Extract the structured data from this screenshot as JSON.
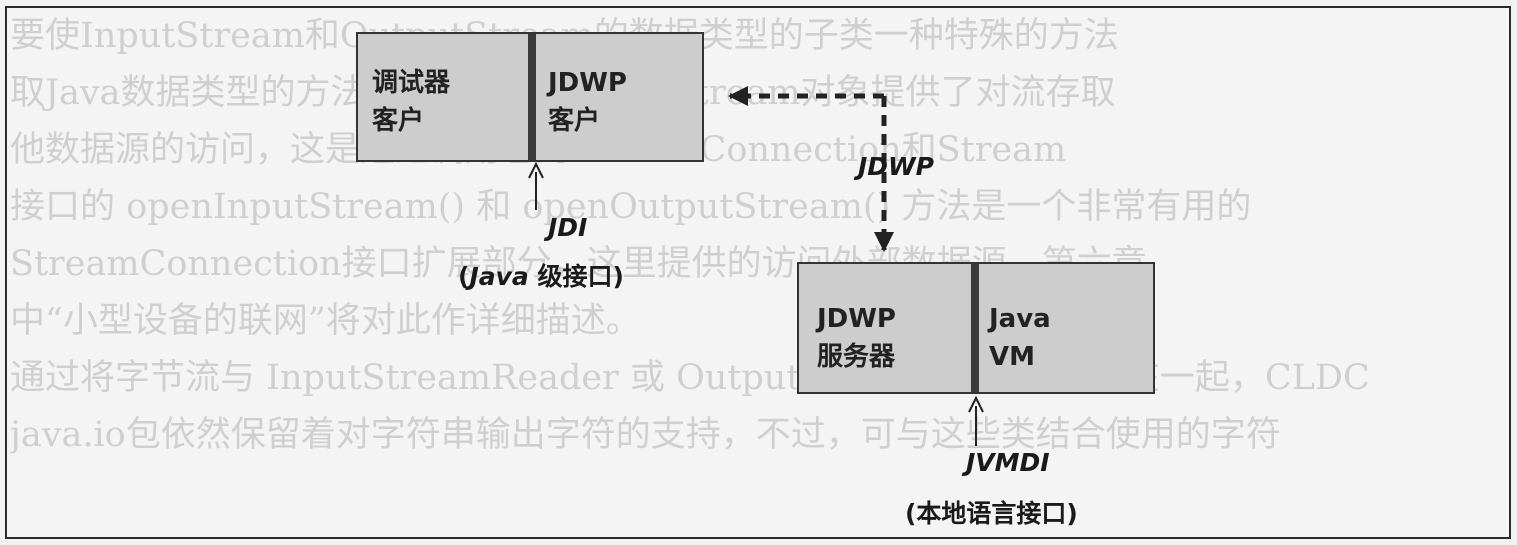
{
  "diagram": {
    "debugger_client": "调试器\n客户",
    "jdwp_client": "JDWP\n客户",
    "jdwp_server": "JDWP\n服务器",
    "java_vm": "Java\nVM",
    "jdwp_label": "JDWP",
    "jdi": {
      "name": "JDI",
      "paren_open": "(",
      "java_word": "Java",
      "rest": " 级接口)"
    },
    "jvmdi": {
      "name": "JVMDI",
      "desc": "(本地语言接口)"
    }
  },
  "background_text": [
    "要使InputStream和OutputStream的数据类型的子类一种特殊的方法",
    "取Java数据类型的方法，专用于它的InputStream对象提供了对流存取",
    "他数据源的访问，这是通过调用它的StreamConnection和Stream",
    "接口的 openInputStream() 和 openOutputStream() 方法是一个非常有用的",
    "StreamConnection接口扩展部分，这里提供的访问外部数据源，第六章",
    "中“小型设备的联网”将对此作详细描述。",
    "",
    "通过将字节流与 InputStreamReader 或 OutputStreamWriter 包装在一起，CLDC",
    "java.io包依然保留着对字符串输出字符的支持，不过，可与这些类结合使用的字符"
  ]
}
